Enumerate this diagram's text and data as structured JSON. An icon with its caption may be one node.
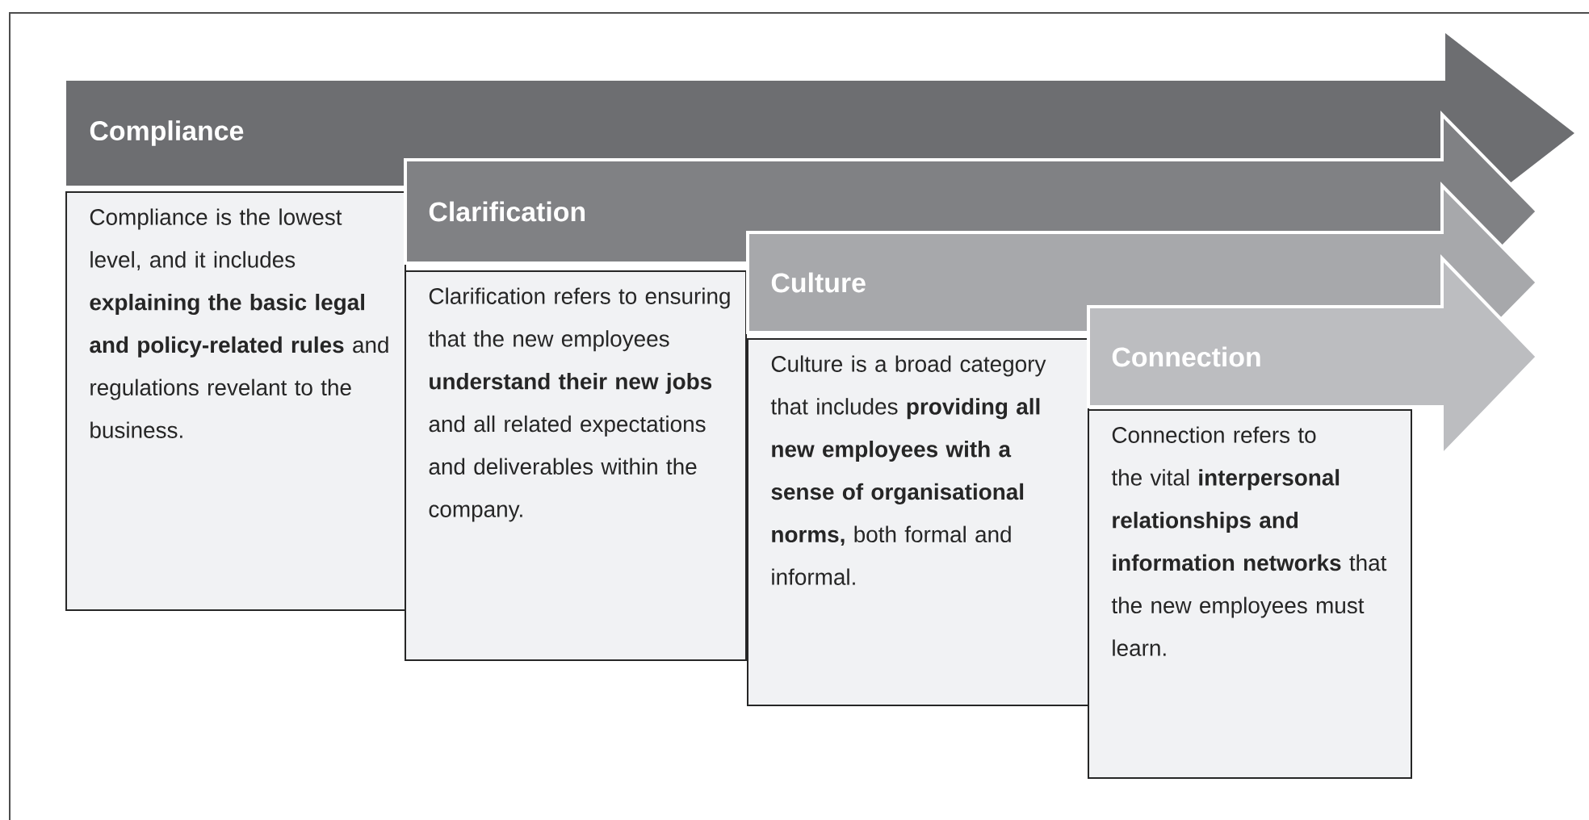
{
  "diagram": {
    "nodes": [
      {
        "text": [
          "Compliance"
        ]
      },
      {
        "text": [
          "Compliance is the lowest level, and it includes **explaining the basic legal and policy-related rules** and regulations revelant to the business."
        ]
      },
      {
        "text": [
          "Clarification"
        ]
      },
      {
        "text": [
          "Clarification refers to ensuring that the new employees **understand their new jobs** and all related expectations and deliverables within the company."
        ]
      },
      {
        "text": [
          "Culture"
        ]
      },
      {
        "text": [
          "Culture is a broad category that includes **providing all new employees with a sense of organisational norms,** both formal and informal."
        ]
      },
      {
        "text": [
          "Connection"
        ]
      },
      {
        "text": [
          "Connection refers to the vital **interpersonal relationships and information networks** that the new employees must learn."
        ]
      }
    ]
  }
}
